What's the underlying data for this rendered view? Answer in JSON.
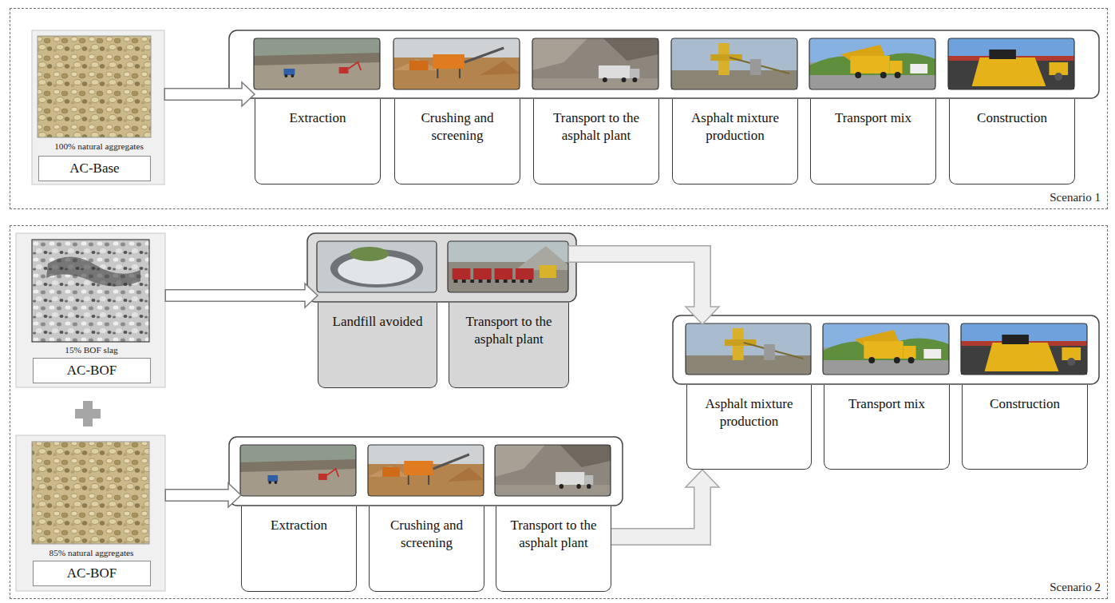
{
  "diagram": {
    "nodes": [
      {
        "text": [
          "Scenario 1"
        ]
      },
      {
        "text": [
          "100% natural aggregates"
        ],
        "in": 0
      },
      {
        "text": [
          "AC-Base"
        ],
        "in": 1
      },
      {
        "text": [
          "Extraction"
        ],
        "in": 0
      },
      {
        "text": [
          "Crushing and screening"
        ],
        "in": 0
      },
      {
        "text": [
          "Transport to the asphalt plant"
        ],
        "in": 0
      },
      {
        "text": [
          "Asphalt mixture production"
        ],
        "in": 0
      },
      {
        "text": [
          "Transport mix"
        ],
        "in": 0
      },
      {
        "text": [
          "Construction"
        ],
        "in": 0
      },
      {
        "text": [
          "Scenario 2"
        ]
      },
      {
        "text": [
          "15% BOF slag"
        ],
        "in": 9
      },
      {
        "text": [
          "AC-BOF"
        ],
        "in": 10
      },
      {
        "text": [
          "Landfill avoided"
        ],
        "in": 9
      },
      {
        "text": [
          "Transport to the asphalt plant"
        ],
        "in": 9
      },
      {
        "text": [
          "Asphalt mixture production"
        ],
        "in": 9
      },
      {
        "text": [
          "Transport mix"
        ],
        "in": 9
      },
      {
        "text": [
          "Construction"
        ],
        "in": 9
      },
      {
        "text": [
          "85% natural aggregates"
        ],
        "in": 9
      },
      {
        "text": [
          "AC-BOF"
        ],
        "in": 17
      },
      {
        "text": [
          "Extraction"
        ],
        "in": 9
      },
      {
        "text": [
          "Crushing and screening"
        ],
        "in": 9
      },
      {
        "text": [
          "Transport to the asphalt plant"
        ],
        "in": 9
      }
    ],
    "edges": [
      {
        "from": 1,
        "to": 3,
        "arrow": "to"
      },
      {
        "from": 10,
        "to": 12,
        "arrow": "to"
      },
      {
        "from": 17,
        "to": 19,
        "arrow": "to"
      },
      {
        "from": 13,
        "to": 14,
        "arrow": "to"
      },
      {
        "from": 21,
        "to": 14,
        "arrow": "to"
      }
    ]
  }
}
